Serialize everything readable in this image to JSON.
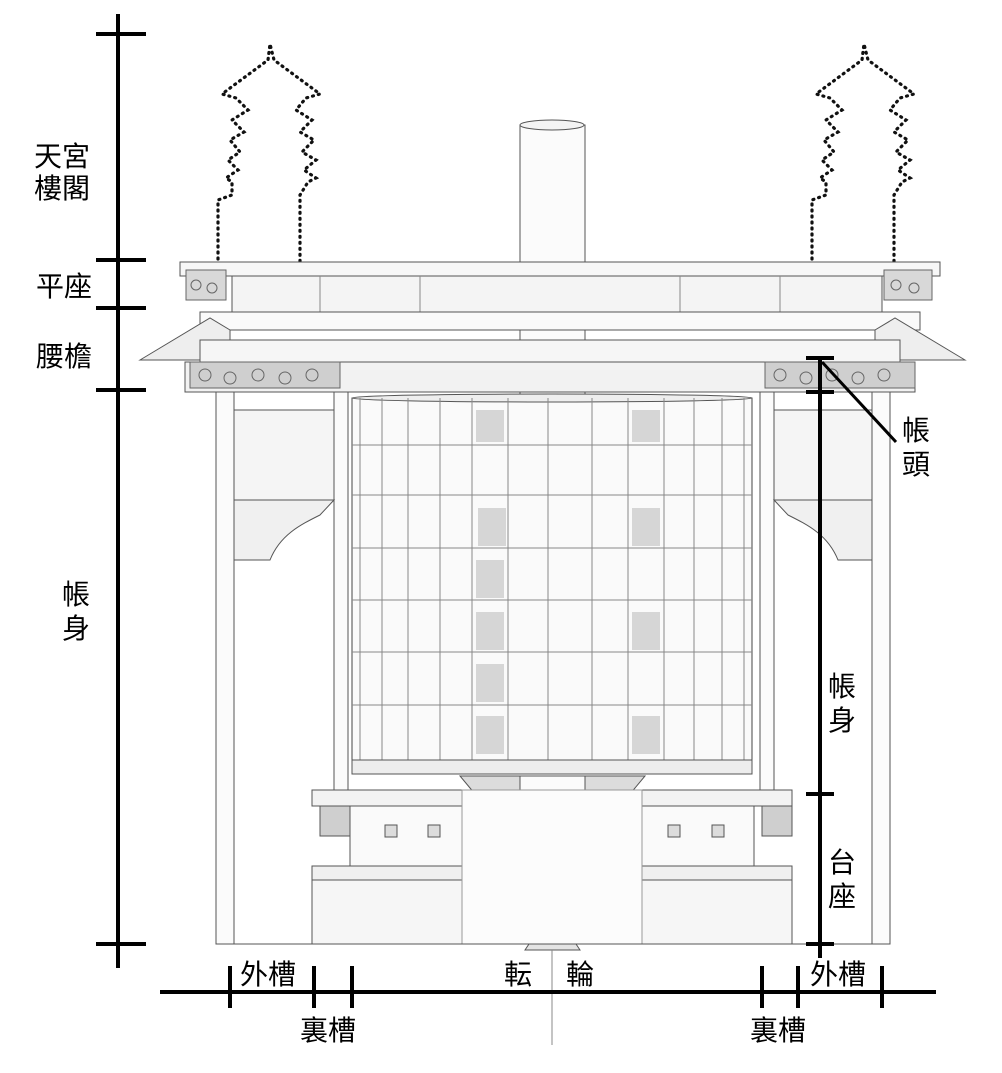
{
  "labels": {
    "tiangu_line1": "天宮",
    "tiangu_line2": "樓閣",
    "pingzuo": "平座",
    "yaoyan": "腰檐",
    "zhangshen_left_1": "帳",
    "zhangshen_left_2": "身",
    "zhangtou_1": "帳",
    "zhangtou_2": "頭",
    "zhangshen_right_1": "帳",
    "zhangshen_right_2": "身",
    "taizuo_1": "台",
    "taizuo_2": "座",
    "waicao_left": "外槽",
    "waicao_right": "外槽",
    "zhuan": "転",
    "lun": "輪",
    "licao_left": "裏槽",
    "licao_right": "裏槽"
  }
}
